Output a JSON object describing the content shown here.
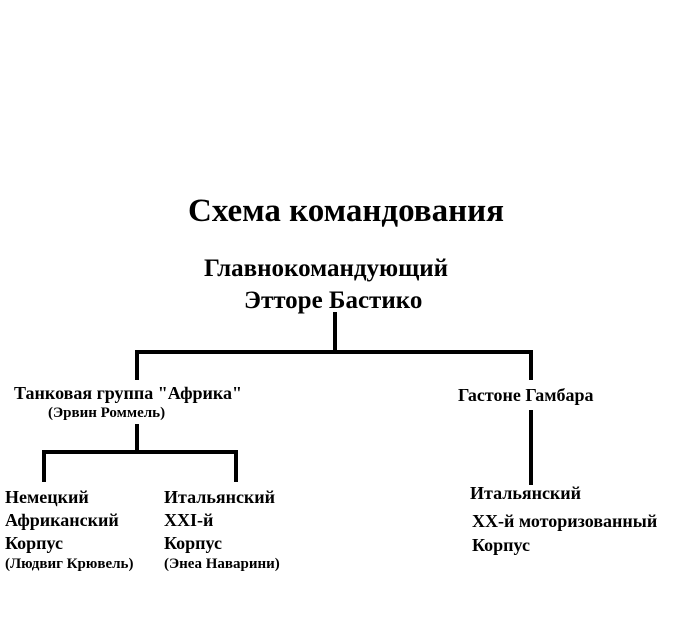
{
  "title": "Схема командования",
  "commander": {
    "line1": "Главнокомандующий",
    "line2": "Этторе Бастико"
  },
  "left_group": {
    "name": "Танковая группа \"Африка\"",
    "leader": "(Эрвин Роммель)"
  },
  "right_group": {
    "name": "Гастоне Гамбара"
  },
  "corps": {
    "german_africa": {
      "line1": "Немецкий",
      "line2": "Африканский",
      "line3": "Корпус",
      "leader": "(Людвиг Крювель)"
    },
    "italian_21": {
      "line1": "Итальянский",
      "line2": "XXI-й",
      "line3": "Корпус",
      "leader": "(Энеа Наварини)"
    },
    "italian_20_motorized": {
      "line1": "Итальянский",
      "line2": "XX-й моторизованный",
      "line3": "Корпус"
    }
  },
  "colors": {
    "background": "#ffffff",
    "ink": "#000000"
  }
}
